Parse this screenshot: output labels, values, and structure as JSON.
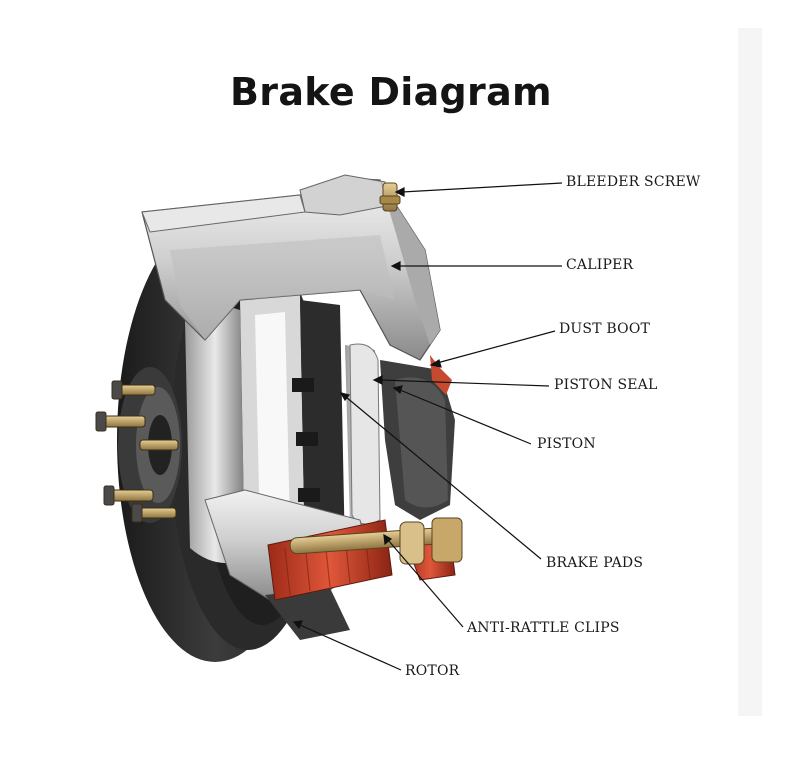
{
  "title": "Brake Diagram",
  "labels": {
    "bleeder_screw": "BLEEDER SCREW",
    "caliper": "CALIPER",
    "dust_boot": "DUST BOOT",
    "piston_seal": "PISTON SEAL",
    "piston": "PISTON",
    "brake_pads": "BRAKE PADS",
    "anti_rattle_clips": "ANTI-RATTLE CLIPS",
    "rotor": "ROTOR"
  },
  "colors": {
    "metal": "#c9c9c9",
    "dark_metal": "#2e2e2e",
    "clip_red": "#c8402a",
    "brass": "#b89a5c",
    "leader_line": "#111111"
  }
}
